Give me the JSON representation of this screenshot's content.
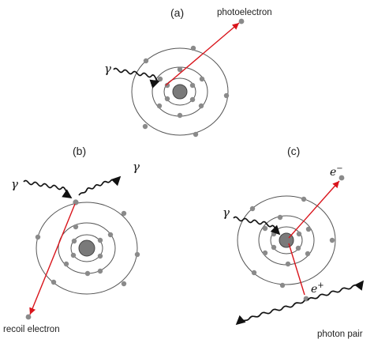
{
  "panels": {
    "a": {
      "label": "(a)",
      "photoelectron": "photoelectron",
      "gamma": "γ"
    },
    "b": {
      "label": "(b)",
      "gamma_in": "γ",
      "gamma_out": "γ",
      "recoil": "recoil electron"
    },
    "c": {
      "label": "(c)",
      "gamma": "γ",
      "e_minus": "e",
      "e_minus_sup": "−",
      "e_plus": "e",
      "e_plus_sup": "+",
      "pair": "photon pair"
    }
  },
  "colors": {
    "ray": "#d9141b",
    "electron": "#8a8a8a",
    "nucleus": "#7a7a7a",
    "orbit": "#555555",
    "wave": "#111111"
  }
}
